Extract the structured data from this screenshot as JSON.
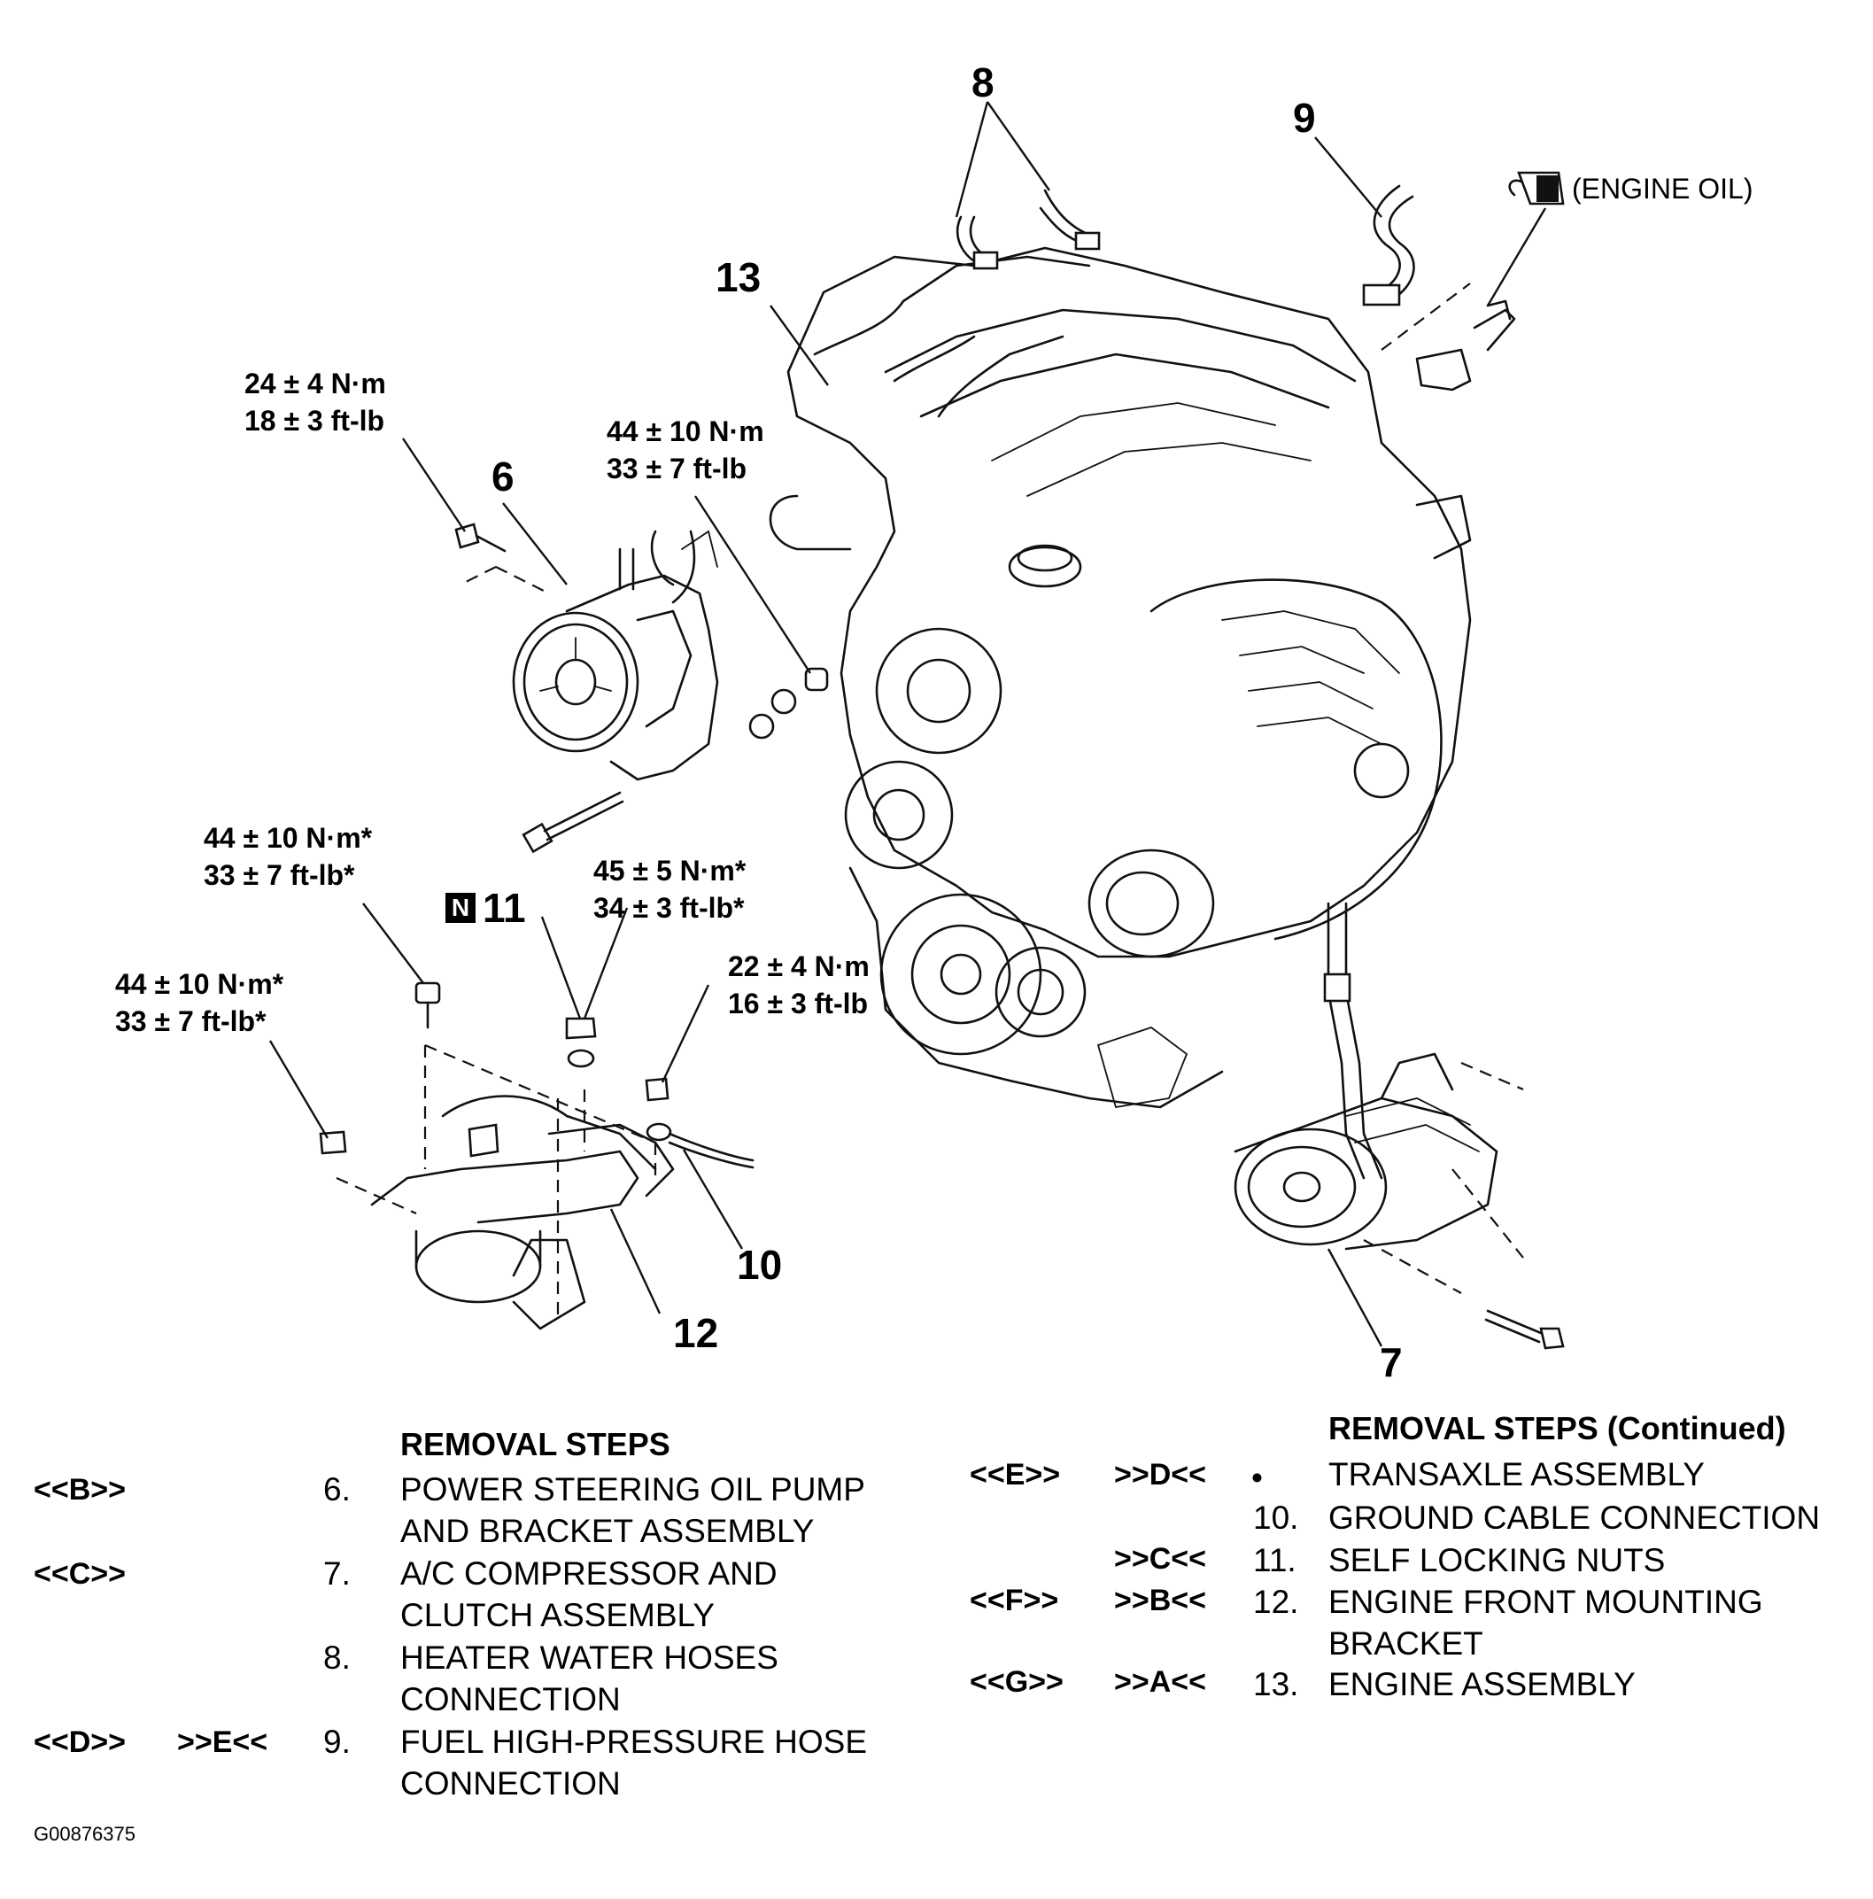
{
  "callouts": {
    "c6": "6",
    "c7": "7",
    "c8": "8",
    "c9": "9",
    "c10": "10",
    "c11": "11",
    "c12": "12",
    "c13": "13"
  },
  "engine_oil_label": "(ENGINE OIL)",
  "n_badge": "N",
  "torques": {
    "t1": [
      "24 ± 4 N·m",
      "18 ± 3 ft-lb"
    ],
    "t2": [
      "44 ± 10 N·m",
      "33 ± 7 ft-lb"
    ],
    "t3": [
      "44 ± 10 N·m*",
      "33 ± 7 ft-lb*"
    ],
    "t4": [
      "45 ± 5 N·m*",
      "34 ± 3 ft-lb*"
    ],
    "t5": [
      "22 ± 4 N·m",
      "16 ± 3 ft-lb"
    ],
    "t6": [
      "44 ± 10 N·m*",
      "33 ± 7 ft-lb*"
    ]
  },
  "removal_left": {
    "title": "REMOVAL STEPS",
    "steps": [
      {
        "ref1": "<<B>>",
        "ref2": "",
        "num": "6.",
        "line1": "POWER STEERING OIL PUMP",
        "line2": "AND BRACKET ASSEMBLY"
      },
      {
        "ref1": "<<C>>",
        "ref2": "",
        "num": "7.",
        "line1": "A/C COMPRESSOR AND",
        "line2": "CLUTCH ASSEMBLY"
      },
      {
        "ref1": "",
        "ref2": "",
        "num": "8.",
        "line1": "HEATER WATER HOSES",
        "line2": "CONNECTION"
      },
      {
        "ref1": "<<D>>",
        "ref2": ">>E<<",
        "num": "9.",
        "line1": "FUEL HIGH-PRESSURE HOSE",
        "line2": "CONNECTION"
      }
    ]
  },
  "removal_right": {
    "title": "REMOVAL STEPS (Continued)",
    "steps": [
      {
        "ref1": "<<E>>",
        "ref2": ">>D<<",
        "num": "•",
        "line1": "TRANSAXLE ASSEMBLY",
        "line2": ""
      },
      {
        "ref1": "",
        "ref2": "",
        "num": "10.",
        "line1": "GROUND CABLE CONNECTION",
        "line2": ""
      },
      {
        "ref1": "",
        "ref2": ">>C<<",
        "num": "11.",
        "line1": "SELF LOCKING NUTS",
        "line2": ""
      },
      {
        "ref1": "<<F>>",
        "ref2": ">>B<<",
        "num": "12.",
        "line1": "ENGINE FRONT MOUNTING",
        "line2": "BRACKET"
      },
      {
        "ref1": "<<G>>",
        "ref2": ">>A<<",
        "num": "13.",
        "line1": "ENGINE ASSEMBLY",
        "line2": ""
      }
    ]
  },
  "figure_id": "G00876375"
}
